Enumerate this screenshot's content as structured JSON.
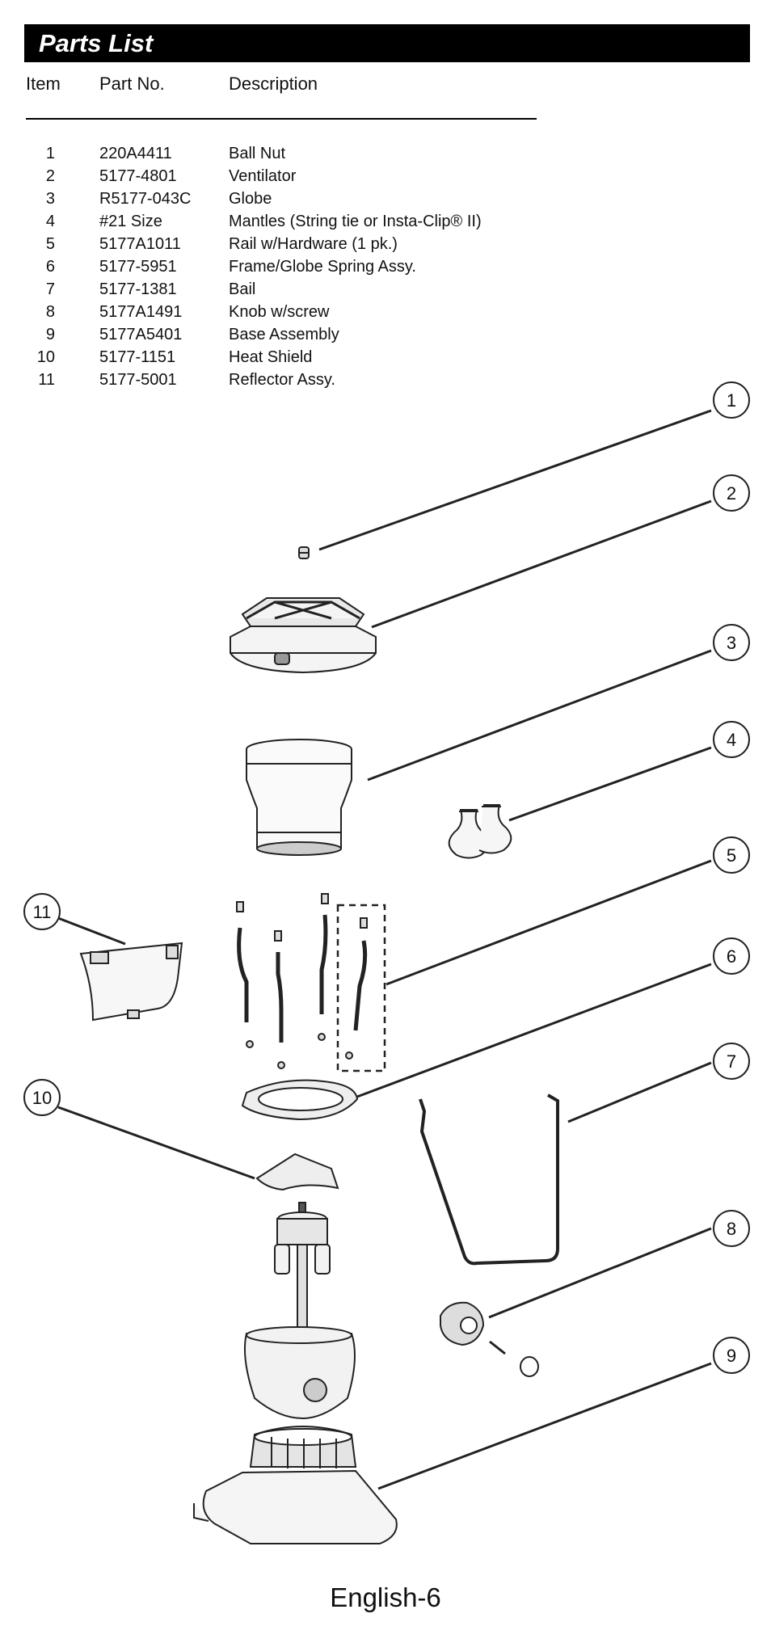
{
  "title": "Parts List",
  "columns": {
    "item": "Item",
    "part_no": "Part No.",
    "description": "Description"
  },
  "rows": [
    {
      "item": "1",
      "part_no": "220A4411",
      "description": "Ball Nut"
    },
    {
      "item": "2",
      "part_no": "5177-4801",
      "description": "Ventilator"
    },
    {
      "item": "3",
      "part_no": "R5177-043C",
      "description": "Globe"
    },
    {
      "item": "4",
      "part_no": "#21 Size",
      "description": "Mantles (String tie or Insta-Clip® II)"
    },
    {
      "item": "5",
      "part_no": "5177A1011",
      "description": "Rail w/Hardware (1 pk.)"
    },
    {
      "item": "6",
      "part_no": "5177-5951",
      "description": "Frame/Globe Spring Assy."
    },
    {
      "item": "7",
      "part_no": "5177-1381",
      "description": "Bail"
    },
    {
      "item": "8",
      "part_no": "5177A1491",
      "description": "Knob w/screw"
    },
    {
      "item": "9",
      "part_no": "5177A5401",
      "description": "Base Assembly"
    },
    {
      "item": "10",
      "part_no": "5177-1151",
      "description": "Heat Shield"
    },
    {
      "item": "11",
      "part_no": "5177-5001",
      "description": "Reflector Assy."
    }
  ],
  "callouts": [
    "1",
    "2",
    "3",
    "4",
    "5",
    "6",
    "7",
    "8",
    "9",
    "10",
    "11"
  ],
  "footer": "English-6"
}
